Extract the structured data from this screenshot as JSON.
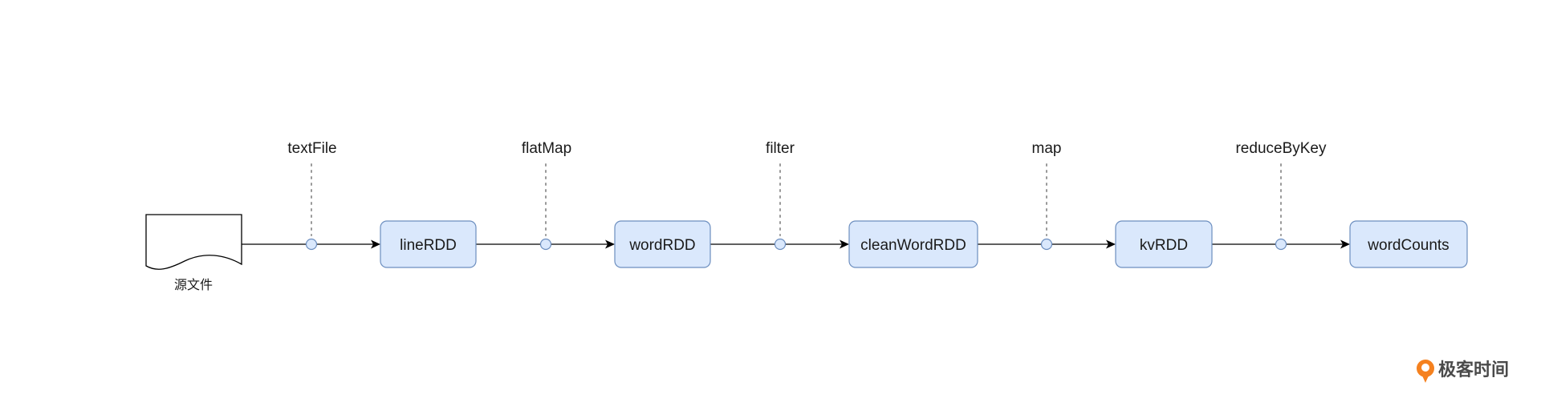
{
  "source": {
    "label": "源文件"
  },
  "nodes": [
    {
      "id": "line-rdd",
      "label": "lineRDD"
    },
    {
      "id": "word-rdd",
      "label": "wordRDD"
    },
    {
      "id": "clean-word-rdd",
      "label": "cleanWordRDD"
    },
    {
      "id": "kv-rdd",
      "label": "kvRDD"
    },
    {
      "id": "word-counts",
      "label": "wordCounts"
    }
  ],
  "operations": [
    {
      "id": "textfile",
      "label": "textFile"
    },
    {
      "id": "flatmap",
      "label": "flatMap"
    },
    {
      "id": "filter",
      "label": "filter"
    },
    {
      "id": "map",
      "label": "map"
    },
    {
      "id": "reducebykey",
      "label": "reduceByKey"
    }
  ],
  "brand": {
    "name": "极客时间",
    "icon": "geektime-logo-icon",
    "color": "#f5811f"
  },
  "colors": {
    "node_fill": "#dae8fc",
    "node_stroke": "#6c8ebf"
  }
}
